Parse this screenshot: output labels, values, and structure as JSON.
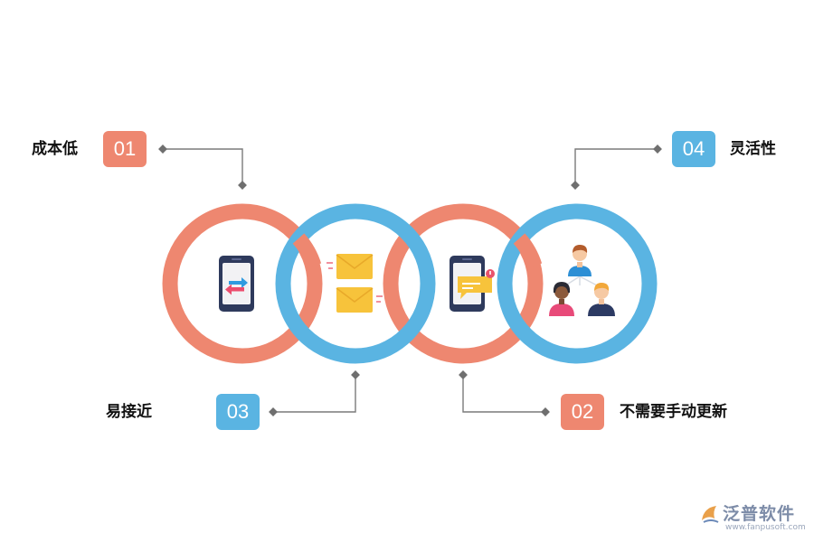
{
  "colors": {
    "coral": "#ee8770",
    "blue": "#5ab4e2",
    "connector": "#777777"
  },
  "items": [
    {
      "num": "01",
      "label": "成本低",
      "color": "coral"
    },
    {
      "num": "02",
      "label": "不需要手动更新",
      "color": "coral"
    },
    {
      "num": "03",
      "label": "易接近",
      "color": "blue"
    },
    {
      "num": "04",
      "label": "灵活性",
      "color": "blue"
    }
  ],
  "icons": [
    "phone-transfer-icon",
    "envelopes-icon",
    "phone-message-icon",
    "people-network-icon"
  ],
  "watermark": {
    "brand": "泛普软件",
    "url": "www.fanpusoft.com"
  }
}
